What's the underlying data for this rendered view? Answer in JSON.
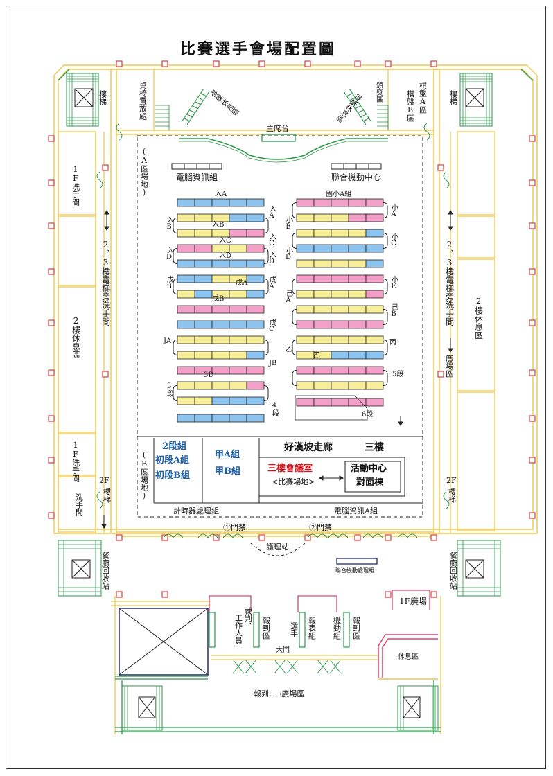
{
  "title": "比賽選手會場配置圖",
  "colors": {
    "wall": "#f0c84a",
    "green": "#2a9a4a",
    "pillar": "#e24c4c",
    "blue": "#8cc4ef",
    "pink": "#f2a0c8",
    "yellow": "#f7ee9a",
    "navy": "#1f2a7a",
    "line": "#222222"
  },
  "rooms": {
    "stairs_tl": "樓梯",
    "stairs_tr": "樓梯",
    "table_storage": "桌椅置放處",
    "winner_rest_l": "得獎休息區",
    "award_area": "頒獎區",
    "winner_rest_r": "得獎休息區",
    "board_b": "棋盤B區",
    "board_a": "棋盤A區",
    "restroom_1f_top": "1F洗手間",
    "elevator_rest_left": "2、3樓電梯旁洗手間",
    "elevator_rest_right": "2、3樓電梯旁洗手間",
    "rest_2f_left": "2樓休息區",
    "rest_2f_right": "2樓休息區",
    "plaza_area": "廣場區",
    "restroom_1f_mid": "1F洗手間",
    "restroom_low": "洗手間",
    "stairs_2f_left": "樓梯",
    "stairs_2f_right": "樓梯",
    "label_2f_left": "2F",
    "label_2f_right": "2F",
    "cafeteria_left": "餐廚回收站",
    "cafeteria_right": "餐廚回收站"
  },
  "hall": {
    "a_zone": "(A區場地)",
    "podium": "主席台",
    "computer": "電腦資訊組",
    "mobile": "聯合機動中心",
    "b_zone": "(B區場地)",
    "group_2": "2段組",
    "group_init_a": "初段A組",
    "group_init_b": "初段B組",
    "group_jia_a": "甲A組",
    "group_jia_b": "甲B組",
    "corridor": "好漢坡走廊",
    "third_floor": "三樓",
    "meeting_room": "三樓會議室",
    "venue": "<比賽場地>",
    "activity_center": "活動中心",
    "opposite": "對面棟",
    "timer": "計時器處理組",
    "computer_a": "電腦資訊A組",
    "gate1": "①門禁",
    "gate2": "②門禁",
    "nurse": "護理站",
    "mobile_handling": "聯合機動處理組"
  },
  "row_labels": {
    "ru_a": "入A",
    "ru_a_side": "入A",
    "ru_b": "入B",
    "ru_b_in": "入B",
    "ru_c": "入C",
    "ru_c_in": "入C",
    "ru_d": "入D",
    "ru_d_in": "入D",
    "wu_b": "戊B",
    "wu_a": "戊A",
    "wu_a_in": "戊A",
    "wu_b_in": "戊B",
    "wu_c": "戊C",
    "ja": "JA",
    "jb": "JB",
    "d3": "3D",
    "dan3": "3段",
    "dan4": "4段",
    "elem_a": "國小A組",
    "xiao_a": "小A",
    "xiao_b": "小B",
    "xiao_c": "小C",
    "xiao_d": "小D",
    "xiao_e": "小E",
    "ji_a": "己A",
    "ji_b": "己B",
    "bing": "丙",
    "yi": "乙",
    "yi_in": "乙",
    "dan5": "5段",
    "dan6": "6段"
  },
  "bottom": {
    "staff": "工作人員",
    "referee": "裁判、",
    "report_zone": "報到區",
    "player": "選手",
    "report_group": "報表組",
    "mobile_group": "機動組",
    "report_zone2": "報到區",
    "gate": "大門",
    "plaza_1f": "1F廣場",
    "rest_area": "休息區",
    "report_plaza": "報到←→廣場區"
  },
  "tables": {
    "left": [
      [
        "b",
        "b",
        "b",
        "b",
        "b"
      ],
      [
        "y",
        "y",
        "y",
        "b",
        "b"
      ],
      [
        "y",
        "y",
        "y",
        "p",
        "p"
      ],
      [
        "p",
        "p",
        "y",
        "y",
        "p"
      ],
      [
        "b",
        "b",
        "b",
        "b",
        "b"
      ],
      [
        "b",
        "b",
        "y",
        "y",
        "b"
      ],
      [
        "y",
        "b",
        "y",
        "y",
        "b"
      ],
      [
        "p",
        "p",
        "p",
        "p",
        "p"
      ],
      [
        "b",
        "b",
        "b",
        "b",
        "b"
      ],
      [
        "y",
        "y",
        "y",
        "y",
        "y"
      ],
      [
        "y",
        "y",
        "y",
        "y",
        "b"
      ],
      [
        "p",
        "p",
        "p",
        "p",
        "p"
      ],
      [
        "y",
        "y",
        "y",
        "y",
        "p"
      ],
      [
        "y",
        "y",
        "b",
        "b",
        "b"
      ],
      [
        "b",
        "b",
        "b",
        "b",
        "b"
      ]
    ],
    "right": [
      [
        "p",
        "p",
        "p",
        "p",
        "p"
      ],
      [
        "y",
        "y",
        "y",
        "p",
        "p"
      ],
      [
        "y",
        "y",
        "y",
        "y",
        "b"
      ],
      [
        "b",
        "b",
        "b",
        "b",
        "b"
      ],
      [
        "y",
        "y",
        "y",
        "y",
        "b"
      ],
      [
        "p",
        "p",
        "p",
        "p",
        "p"
      ],
      [
        "y",
        "y",
        "y",
        "y",
        "p"
      ],
      [
        "y",
        "y",
        "y",
        "y",
        "y"
      ],
      [
        "p",
        "p",
        "p",
        "p",
        "p"
      ],
      [
        "y",
        "y",
        "y",
        "y",
        "y"
      ],
      [
        "y",
        "y",
        "b",
        "b",
        "b"
      ],
      [
        "p",
        "p",
        "p",
        "p",
        "p"
      ],
      [
        "y",
        "y",
        "y",
        "y",
        "y"
      ],
      [
        "p",
        "p",
        "p",
        "p",
        "p"
      ]
    ]
  }
}
